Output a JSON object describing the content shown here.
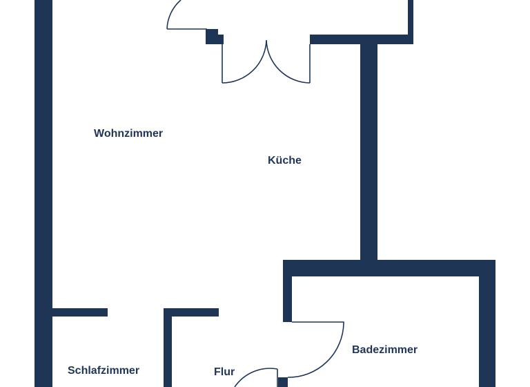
{
  "floorplan": {
    "colors": {
      "wall": "#1f3556",
      "background": "#ffffff"
    },
    "rooms": [
      {
        "id": "wohnzimmer",
        "label": "Wohnzimmer"
      },
      {
        "id": "kueche",
        "label": "Küche"
      },
      {
        "id": "schlafzimmer",
        "label": "Schlafzimmer"
      },
      {
        "id": "flur",
        "label": "Flur"
      },
      {
        "id": "badezimmer",
        "label": "Badezimmer"
      }
    ]
  }
}
